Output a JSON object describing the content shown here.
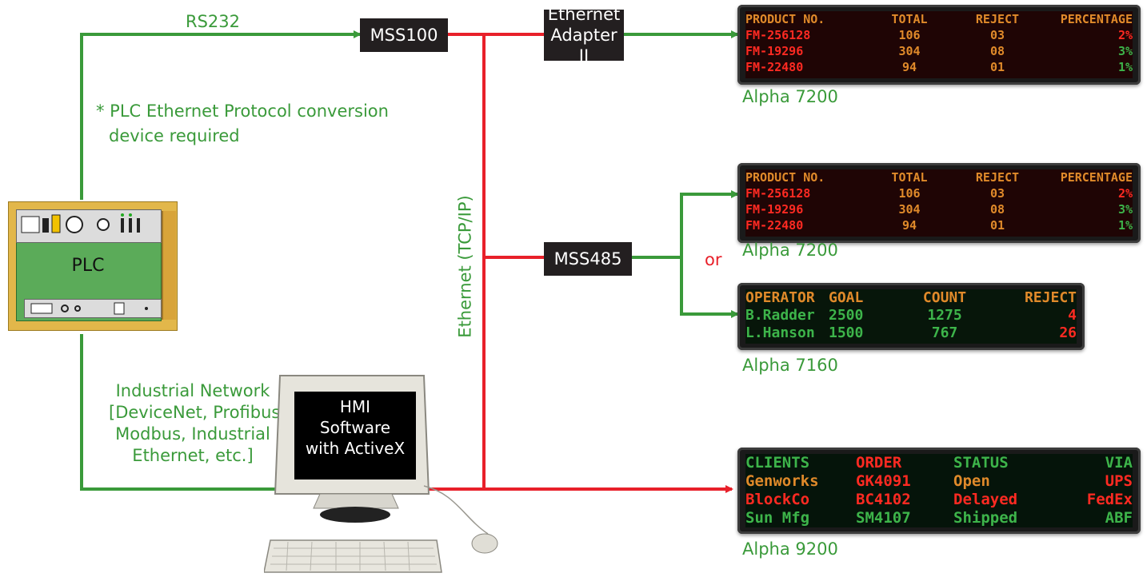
{
  "colors": {
    "ethernet": "#e8202a",
    "serial": "#3a9a3a",
    "box_bg": "#231f20"
  },
  "labels": {
    "rs232": "RS232",
    "plc_note_line1": "* PLC Ethernet Protocol conversion",
    "plc_note_line2": "device required",
    "ethernet_vertical": "Ethernet (TCP/IP)",
    "or": "or",
    "industrial_line1": "Industrial Network",
    "industrial_line2": "[DeviceNet, Profibus,",
    "industrial_line3": "Modbus, Industrial",
    "industrial_line4": "Ethernet, etc.]"
  },
  "devices": {
    "mss100": "MSS100",
    "ethernet_adapter_line1": "Ethernet",
    "ethernet_adapter_line2": "Adapter II",
    "mss485": "MSS485",
    "plc": "PLC",
    "hmi_line1": "HMI",
    "hmi_line2": "Software",
    "hmi_line3": "with ActiveX"
  },
  "signs": {
    "sign1_caption": "Alpha 7200",
    "sign2_caption": "Alpha 7200",
    "sign3_caption": "Alpha 7160",
    "sign4_caption": "Alpha 9200",
    "product_table": {
      "headers": [
        "PRODUCT NO.",
        "TOTAL",
        "REJECT",
        "PERCENTAGE"
      ],
      "rows": [
        [
          "FM-256128",
          "106",
          "03",
          "2%"
        ],
        [
          "FM-19296",
          "304",
          "08",
          "3%"
        ],
        [
          "FM-22480",
          "94",
          "01",
          "1%"
        ]
      ]
    },
    "operator_table": {
      "headers": [
        "OPERATOR",
        "GOAL",
        "COUNT",
        "REJECT"
      ],
      "rows": [
        [
          "B.Radder",
          "2500",
          "1275",
          "4"
        ],
        [
          "L.Hanson",
          "1500",
          "767",
          "26"
        ]
      ]
    },
    "clients_table": {
      "headers": [
        "CLIENTS",
        "ORDER",
        "STATUS",
        "VIA"
      ],
      "rows": [
        [
          "Genworks",
          "GK4091",
          "Open",
          "UPS"
        ],
        [
          "BlockCo",
          "BC4102",
          "Delayed",
          "FedEx"
        ],
        [
          "Sun Mfg",
          "SM4107",
          "Shipped",
          "ABF"
        ]
      ]
    }
  }
}
